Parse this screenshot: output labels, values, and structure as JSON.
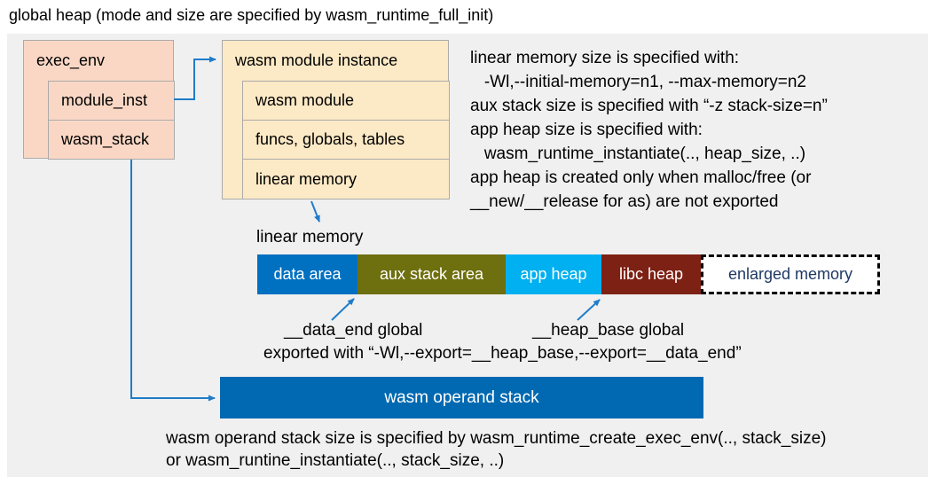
{
  "title": "global heap (mode and size are specified by wasm_runtime_full_init)",
  "exec_env": {
    "label": "exec_env",
    "rows": [
      {
        "label": "module_inst"
      },
      {
        "label": "wasm_stack"
      }
    ]
  },
  "module_instance": {
    "label": "wasm module instance",
    "rows": [
      {
        "label": "wasm module"
      },
      {
        "label": "funcs, globals, tables"
      },
      {
        "label": "linear memory"
      }
    ]
  },
  "right_notes": {
    "lines": [
      "linear memory size is specified with:",
      "   -Wl,--initial-memory=n1, --max-memory=n2",
      "aux stack size is specified with “-z stack-size=n”",
      "app heap size is specified with:",
      "   wasm_runtime_instantiate(.., heap_size, ..)",
      "app heap is created only when malloc/free (or",
      "__new/__release for as) are not exported"
    ]
  },
  "linear_memory": {
    "caption": "linear memory",
    "segments": [
      {
        "name": "data area",
        "color": "#0070c0"
      },
      {
        "name": "aux stack area",
        "color": "#6e6f0e"
      },
      {
        "name": "app heap",
        "color": "#00b0f0"
      },
      {
        "name": "libc heap",
        "color": "#7d2114"
      },
      {
        "name": "enlarged memory",
        "color": "#ffffff",
        "border": "dashed",
        "text_color": "#1f3864"
      }
    ],
    "data_end_label": "__data_end global",
    "heap_base_label": "__heap_base global",
    "export_note": "exported with “-Wl,--export=__heap_base,--export=__data_end”"
  },
  "operand_stack": {
    "label": "wasm operand stack",
    "notes": [
      "wasm operand stack size is specified by wasm_runtime_create_exec_env(.., stack_size)",
      "or wasm_runtine_instantiate(.., stack_size, ..)"
    ]
  },
  "colors": {
    "panel_bg": "#f0f0f0",
    "exec_env_fill": "#fad7c4",
    "module_instance_fill": "#fce9c5",
    "box_border": "#ababab",
    "data_area": "#0070c0",
    "aux_stack_area": "#6e6f0e",
    "app_heap": "#00b0f0",
    "libc_heap": "#7d2114",
    "operand_stack": "#0069b1",
    "enlarged_memory_text": "#1f3864",
    "arrow": "#1f7cc9"
  }
}
